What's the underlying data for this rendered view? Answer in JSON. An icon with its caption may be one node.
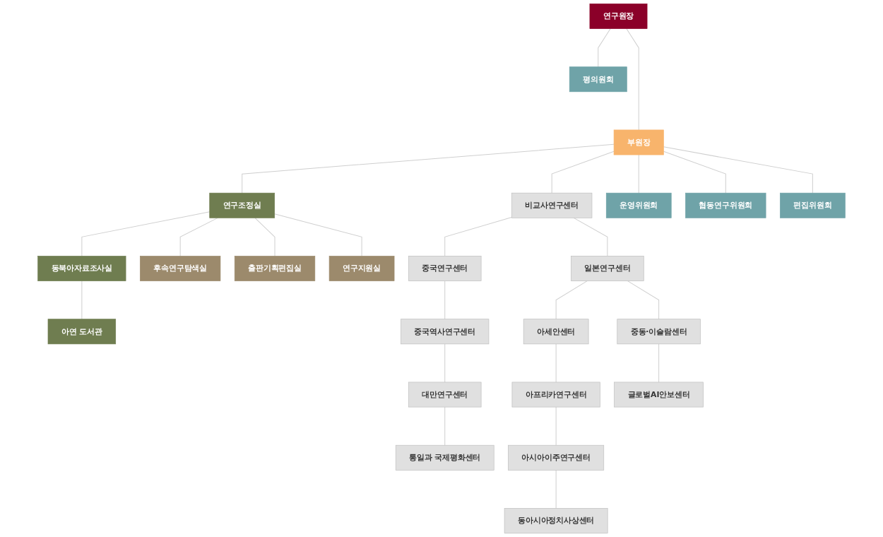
{
  "diagram": {
    "nodes": [
      {
        "text": [
          "평의원회"
        ]
      },
      {
        "text": [
          "연구원장"
        ]
      },
      {
        "text": [
          "부원장"
        ]
      },
      {
        "text": [
          "운영위원회"
        ]
      },
      {
        "text": [
          "협동연구위원회"
        ]
      },
      {
        "text": [
          "편집위원회"
        ]
      },
      {
        "text": [
          "동북아자료조사실"
        ]
      },
      {
        "text": [
          "연구조정실"
        ]
      },
      {
        "text": [
          "아연 도서관"
        ]
      },
      {
        "text": [
          "후속연구탐색실"
        ]
      },
      {
        "text": [
          "출판기획편집실"
        ]
      },
      {
        "text": [
          "연구지원실"
        ]
      },
      {
        "text": [
          "비교사연구센터"
        ]
      },
      {
        "text": [
          "중국연구센터"
        ]
      },
      {
        "text": [
          "중국역사연구센터"
        ]
      },
      {
        "text": [
          "대만연구센터"
        ]
      },
      {
        "text": [
          "통일과 국제평화센터"
        ]
      },
      {
        "text": [
          "일본연구센터"
        ]
      },
      {
        "text": [
          "아세안센터"
        ]
      },
      {
        "text": [
          "아프리카연구센터"
        ]
      },
      {
        "text": [
          "아시아이주연구센터"
        ]
      },
      {
        "text": [
          "동아시아정치사상센터"
        ]
      },
      {
        "text": [
          "중동·이슬람센터"
        ]
      },
      {
        "text": [
          "글로벌AI안보센터"
        ]
      }
    ],
    "edges": [
      {
        "from": 1,
        "to": 0,
        "arrow": "none"
      },
      {
        "from": 1,
        "to": 2,
        "arrow": "none"
      },
      {
        "from": 2,
        "to": 7,
        "arrow": "none"
      },
      {
        "from": 2,
        "to": 3,
        "arrow": "none"
      },
      {
        "from": 2,
        "to": 4,
        "arrow": "none"
      },
      {
        "from": 2,
        "to": 5,
        "arrow": "none"
      },
      {
        "from": 2,
        "to": 12,
        "arrow": "none"
      },
      {
        "from": 7,
        "to": 6,
        "arrow": "none"
      },
      {
        "from": 6,
        "to": 8,
        "arrow": "none"
      },
      {
        "from": 7,
        "to": 9,
        "arrow": "none"
      },
      {
        "from": 7,
        "to": 10,
        "arrow": "none"
      },
      {
        "from": 7,
        "to": 11,
        "arrow": "none"
      },
      {
        "from": 12,
        "to": 13,
        "arrow": "none"
      },
      {
        "from": 13,
        "to": 14,
        "arrow": "none"
      },
      {
        "from": 14,
        "to": 15,
        "arrow": "none"
      },
      {
        "from": 15,
        "to": 16,
        "arrow": "none"
      },
      {
        "from": 12,
        "to": 17,
        "arrow": "none"
      },
      {
        "from": 17,
        "to": 18,
        "arrow": "none"
      },
      {
        "from": 18,
        "to": 19,
        "arrow": "none"
      },
      {
        "from": 19,
        "to": 20,
        "arrow": "none"
      },
      {
        "from": 20,
        "to": 21,
        "arrow": "none"
      },
      {
        "from": 17,
        "to": 22,
        "arrow": "none"
      },
      {
        "from": 22,
        "to": 23,
        "arrow": "none"
      }
    ]
  }
}
